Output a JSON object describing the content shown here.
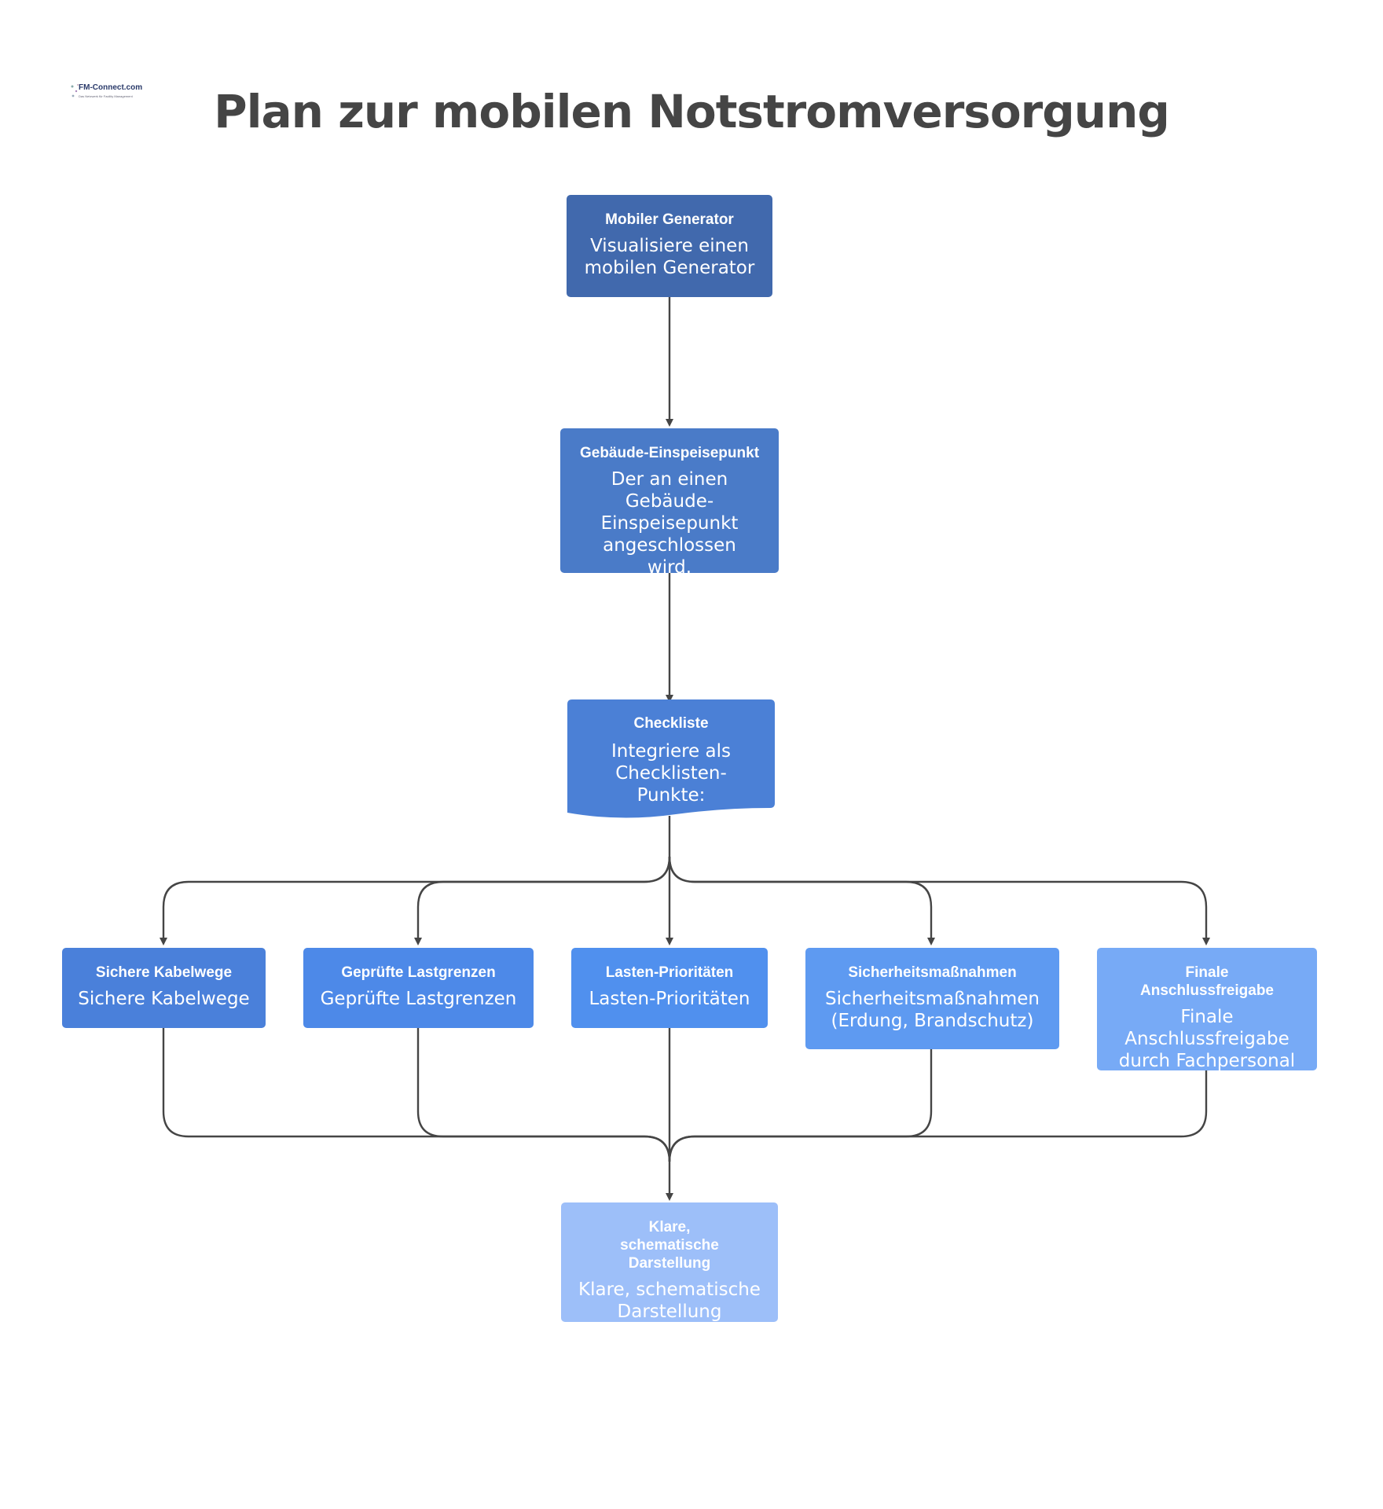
{
  "logo": {
    "text": "FM-Connect.com",
    "subtext": "Das Netzwerk für Facility Management"
  },
  "title": "Plan zur mobilen Notstromversorgung",
  "nodes": {
    "generator": {
      "title": "Mobiler Generator",
      "desc": "Visualisiere einen mobilen Generator",
      "color": "#4169ad"
    },
    "einspeisepunkt": {
      "title": "Gebäude-Einspeisepunkt",
      "desc": "Der an einen Gebäude-Einspeisepunkt angeschlossen wird.",
      "color": "#4a7bc8"
    },
    "checkliste": {
      "title": "Checkliste",
      "desc": "Integriere als Checklisten-Punkte:",
      "color": "#4b80d6"
    },
    "kabelwege": {
      "title": "Sichere Kabelwege",
      "desc": "Sichere Kabelwege",
      "color": "#4a80da"
    },
    "lastgrenzen": {
      "title": "Geprüfte Lastgrenzen",
      "desc": "Geprüfte Lastgrenzen",
      "color": "#4d89e8"
    },
    "prioritaeten": {
      "title": "Lasten-Prioritäten",
      "desc": "Lasten-Prioritäten",
      "color": "#5090ee"
    },
    "sicherheit": {
      "title": "Sicherheitsmaßnahmen",
      "desc": "Sicherheitsmaßnahmen (Erdung, Brandschutz)",
      "color": "#5e9af1"
    },
    "freigabe": {
      "title": "Finale Anschlussfreigabe",
      "desc": "Finale Anschlussfreigabe durch Fachpersonal",
      "color": "#77aaf6"
    },
    "darstellung": {
      "title": "Klare, schematische Darstellung",
      "desc": "Klare, schematische Darstellung",
      "color": "#9dbff9"
    }
  }
}
